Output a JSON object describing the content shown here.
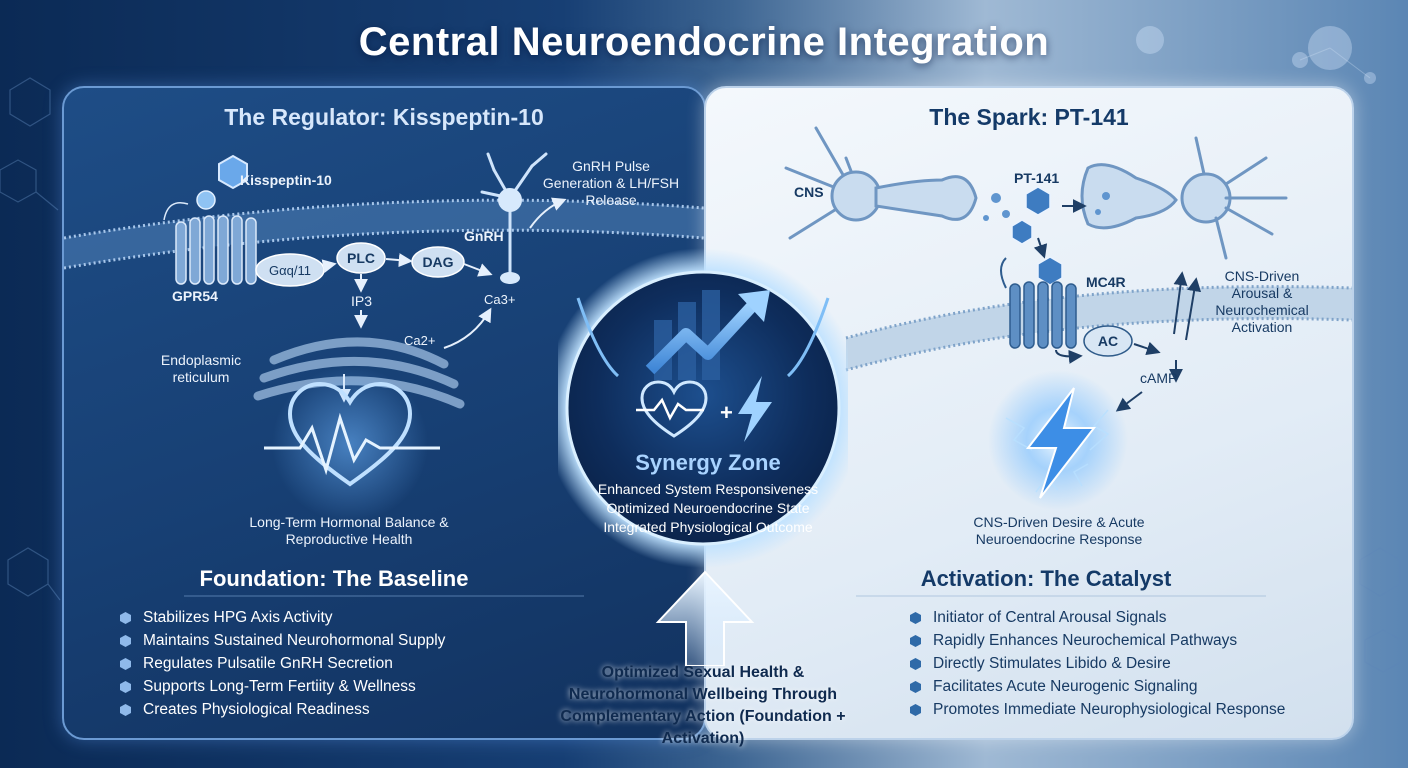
{
  "title": "Central Neuroendocrine Integration",
  "left_panel": {
    "title": "The Regulator: Kisspeptin-10",
    "labels": {
      "kisspeptin": "Kisspeptin-10",
      "gnrh": "GnRH",
      "gnrh_pulse": "GnRH Pulse Generation & LH/FSH Release",
      "galpha": "Gαq/11",
      "plc": "PLC",
      "dag": "DAG",
      "gpr54": "GPR54",
      "ip3": "IP3",
      "ca2_er": "Ca2+",
      "ca2_cell": "Ca3+",
      "er": "Endoplasmic reticulum",
      "outcome": "Long-Term Hormonal Balance & Reproductive Health"
    },
    "section_title": "Foundation: The Baseline",
    "bullets": [
      "Stabilizes HPG Axis Activity",
      "Maintains Sustained Neurohormonal Supply",
      "Regulates Pulsatile GnRH Secretion",
      "Supports Long-Term Fertiity & Wellness",
      "Creates Physiological Readiness"
    ]
  },
  "right_panel": {
    "title": "The Spark: PT-141",
    "labels": {
      "cns": "CNS",
      "pt141": "PT-141",
      "mc4r": "MC4R",
      "ac": "AC",
      "camp": "cAMP",
      "arousal": "CNS-Driven Arousal & Neurochemical Activation",
      "outcome": "CNS-Driven Desire & Acute Neuroendocrine Response"
    },
    "section_title": "Activation: The Catalyst",
    "bullets": [
      "Initiator of Central Arousal Signals",
      "Rapidly Enhances Neurochemical Pathways",
      "Directly Stimulates Libido & Desire",
      "Facilitates Acute Neurogenic Signaling",
      "Promotes Immediate Neurophysiological Response"
    ]
  },
  "synergy": {
    "title": "Synergy Zone",
    "lines": [
      "Enhanced System Responsiveness",
      "Optimized Neuroendocrine State",
      "Integrated Physiological Outcome"
    ]
  },
  "bottom": {
    "text": "Optimized Sexual Health & Neurohormonal Wellbeing Through Complementary Action (Foundation + Activation)"
  }
}
